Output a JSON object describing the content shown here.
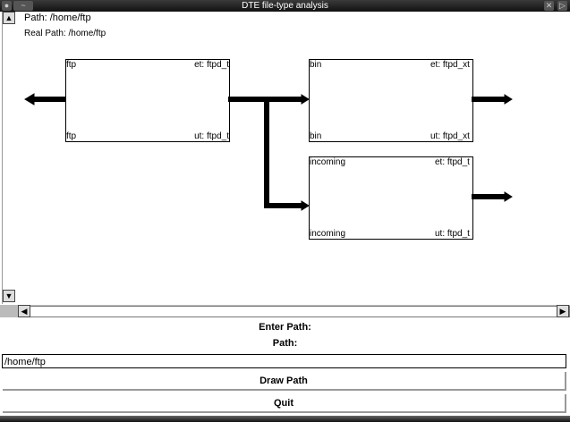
{
  "window": {
    "title": "DTE file-type analysis"
  },
  "canvas": {
    "path_line": "Path: /home/ftp",
    "real_path_line": "Real Path: /home/ftp",
    "nodes": [
      {
        "name_top": "ftp",
        "name_bottom": "ftp",
        "et": "et: ftpd_t",
        "ut": "ut: ftpd_t"
      },
      {
        "name_top": "bin",
        "name_bottom": "bin",
        "et": "et: ftpd_xt",
        "ut": "ut: ftpd_xt"
      },
      {
        "name_top": "incoming",
        "name_bottom": "incoming",
        "et": "et: ftpd_t",
        "ut": "ut: ftpd_t"
      }
    ]
  },
  "form": {
    "enter_path_label": "Enter Path:",
    "path_label": "Path:",
    "path_value": "/home/ftp",
    "draw_button": "Draw Path",
    "quit_button": "Quit"
  }
}
